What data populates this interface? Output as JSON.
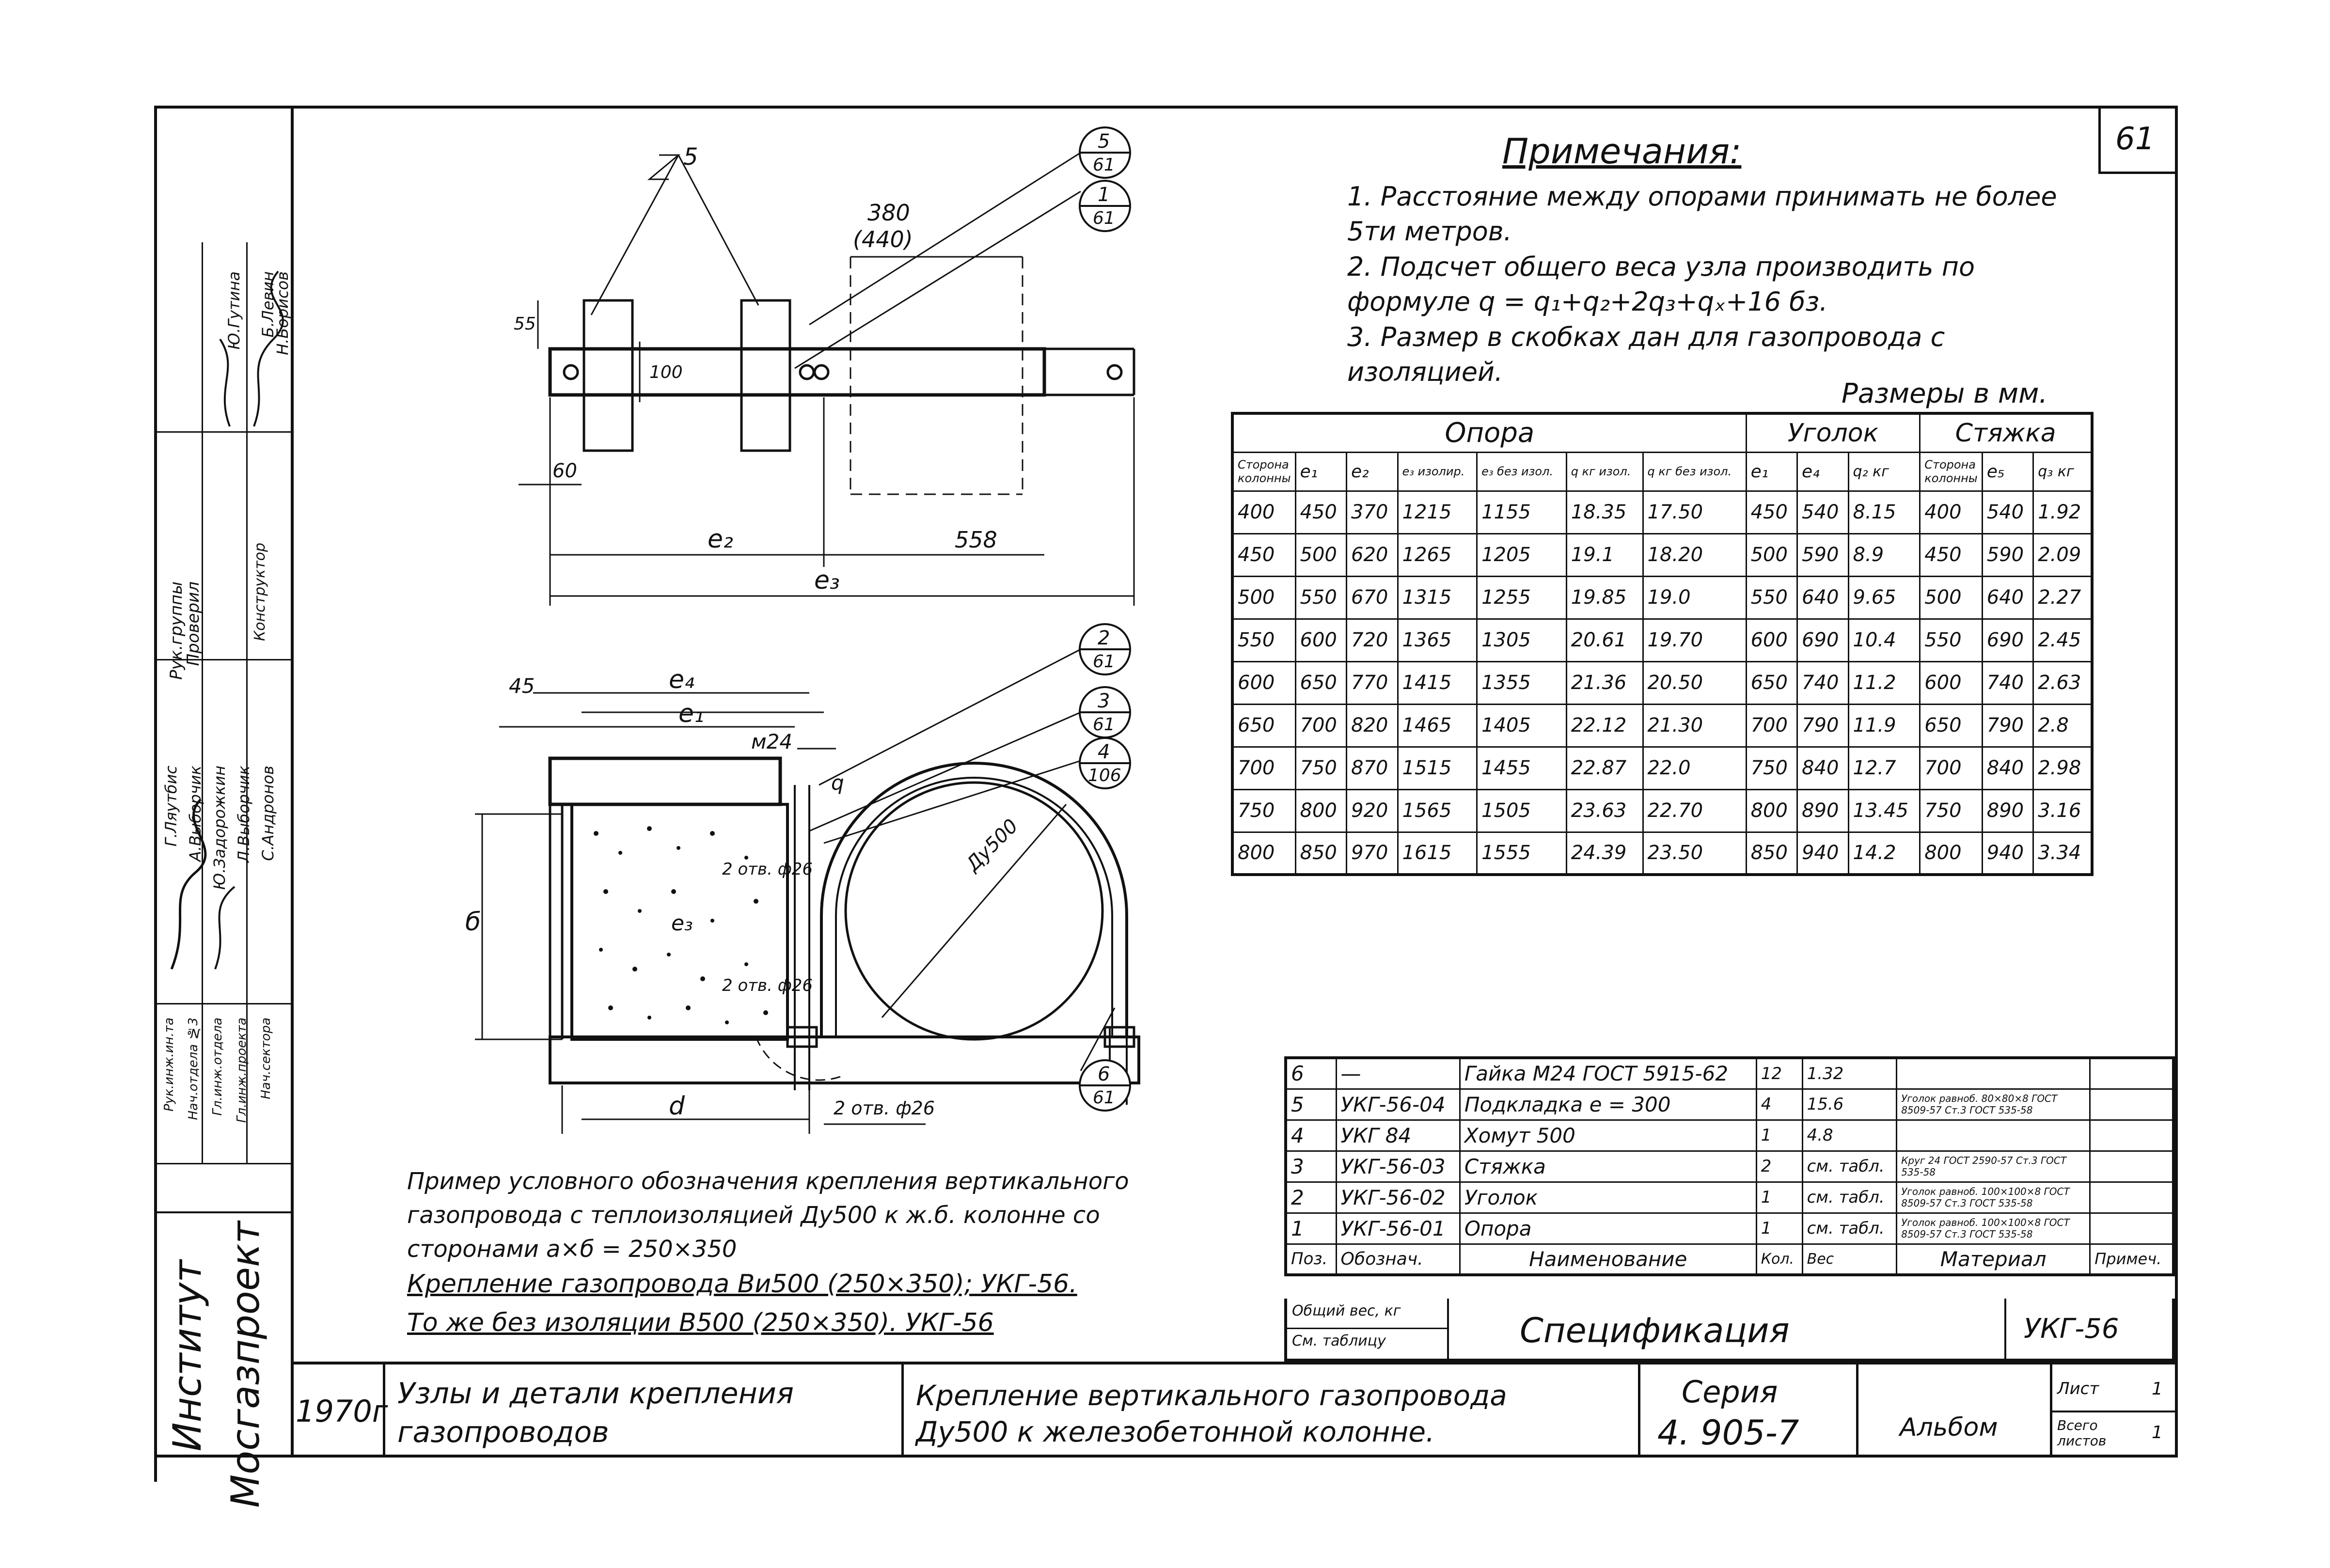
{
  "sheet": {
    "page_number": "61",
    "year": "1970г",
    "institute": [
      "Институт",
      "Мосгазпроект"
    ]
  },
  "approvals": {
    "roles": [
      "Рук.инж.ин.та",
      "Нач.отдела №3",
      "Гл.инж.отдела",
      "Гл.инж.проекта",
      "Нач.сектора",
      "Рук.группы",
      "Проверил",
      "Конструктор"
    ],
    "names": [
      "Г.Ляутбис",
      "А.Выборчик",
      "Ю.Задорожкин",
      "Л.Выборчик",
      "С.Андронов",
      "Б.Левин",
      "Н.Борисов",
      "Ю.Гутина"
    ]
  },
  "notes": {
    "title": "Примечания:",
    "items": [
      "1. Расстояние между опорами принимать не более 5ти метров.",
      "2. Подсчет общего веса узла производить по формуле q = q₁+q₂+2q₃+qₓ+16 бз.",
      "3. Размер в скобках дан для газопровода с изоляцией."
    ],
    "units": "Размеры в мм."
  },
  "dims_table": {
    "groups": [
      "Опора",
      "Уголок",
      "Стяжка"
    ],
    "headers": [
      "Сторона колонны",
      "е₁",
      "е₂",
      "е₃ изолир.",
      "е₃ без изол.",
      "q кг изол.",
      "q кг без изол.",
      "е₁",
      "е₄",
      "q₂ кг",
      "Сторона колонны",
      "е₅",
      "q₃ кг"
    ],
    "rows": [
      [
        "400",
        "450",
        "370",
        "1215",
        "1155",
        "18.35",
        "17.50",
        "450",
        "540",
        "8.15",
        "400",
        "540",
        "1.92"
      ],
      [
        "450",
        "500",
        "620",
        "1265",
        "1205",
        "19.1",
        "18.20",
        "500",
        "590",
        "8.9",
        "450",
        "590",
        "2.09"
      ],
      [
        "500",
        "550",
        "670",
        "1315",
        "1255",
        "19.85",
        "19.0",
        "550",
        "640",
        "9.65",
        "500",
        "640",
        "2.27"
      ],
      [
        "550",
        "600",
        "720",
        "1365",
        "1305",
        "20.61",
        "19.70",
        "600",
        "690",
        "10.4",
        "550",
        "690",
        "2.45"
      ],
      [
        "600",
        "650",
        "770",
        "1415",
        "1355",
        "21.36",
        "20.50",
        "650",
        "740",
        "11.2",
        "600",
        "740",
        "2.63"
      ],
      [
        "650",
        "700",
        "820",
        "1465",
        "1405",
        "22.12",
        "21.30",
        "700",
        "790",
        "11.9",
        "650",
        "790",
        "2.8"
      ],
      [
        "700",
        "750",
        "870",
        "1515",
        "1455",
        "22.87",
        "22.0",
        "750",
        "840",
        "12.7",
        "700",
        "840",
        "2.98"
      ],
      [
        "750",
        "800",
        "920",
        "1565",
        "1505",
        "23.63",
        "22.70",
        "800",
        "890",
        "13.45",
        "750",
        "890",
        "3.16"
      ],
      [
        "800",
        "850",
        "970",
        "1615",
        "1555",
        "24.39",
        "23.50",
        "850",
        "940",
        "14.2",
        "800",
        "940",
        "3.34"
      ]
    ]
  },
  "drawing": {
    "labels": {
      "weld": "5",
      "d380": "380",
      "d440": "(440)",
      "d55": "55",
      "d100": "100",
      "d60": "60",
      "e2": "е₂",
      "d558": "558",
      "e3": "е₃",
      "e4": "е₄",
      "d45": "45",
      "e1": "е₁",
      "m24": "м24",
      "holes1": "2 отв. ф26",
      "holes2": "2 отв. ф26",
      "holes3": "2 отв. ф26",
      "b": "б",
      "dy500": "Ду500",
      "d": "d",
      "q": "q",
      "e3b": "е₃"
    },
    "callouts": [
      {
        "top": "5",
        "bottom": "61"
      },
      {
        "top": "1",
        "bottom": "61"
      },
      {
        "top": "2",
        "bottom": "61"
      },
      {
        "top": "3",
        "bottom": "61"
      },
      {
        "top": "4",
        "bottom": "106"
      },
      {
        "top": "6",
        "bottom": "61"
      }
    ]
  },
  "example": {
    "line1": "Пример условного обозначения крепления вертикального",
    "line2": "газопровода с теплоизоляцией Ду500 к ж.б. колонне со",
    "line3": "сторонами  а×б = 250×350",
    "designation1": "Крепление газопровода Ви500 (250×350); УКГ-56.",
    "designation2": "То же без изоляции  В500 (250×350). УКГ-56"
  },
  "spec": {
    "rows": [
      {
        "pos": "6",
        "code": "—",
        "name": "Гайка М24 ГОСТ 5915-62",
        "qty": "12",
        "weight": "1.32",
        "material": ""
      },
      {
        "pos": "5",
        "code": "УКГ-56-04",
        "name": "Подкладка  е = 300",
        "qty": "4",
        "weight": "15.6",
        "material": "Уголок равноб. 80×80×8 ГОСТ 8509-57 Ст.3 ГОСТ 535-58"
      },
      {
        "pos": "4",
        "code": "УКГ 84",
        "name": "Хомут 500",
        "qty": "1",
        "weight": "4.8",
        "material": ""
      },
      {
        "pos": "3",
        "code": "УКГ-56-03",
        "name": "Стяжка",
        "qty": "2",
        "weight": "см. табл.",
        "material": "Круг 24 ГОСТ 2590-57 Ст.3 ГОСТ 535-58"
      },
      {
        "pos": "2",
        "code": "УКГ-56-02",
        "name": "Уголок",
        "qty": "1",
        "weight": "см. табл.",
        "material": "Уголок равноб. 100×100×8 ГОСТ 8509-57 Ст.3 ГОСТ 535-58"
      },
      {
        "pos": "1",
        "code": "УКГ-56-01",
        "name": "Опора",
        "qty": "1",
        "weight": "см. табл.",
        "material": "Уголок равноб. 100×100×8 ГОСТ 8509-57 Ст.3 ГОСТ 535-58"
      }
    ],
    "header": {
      "pos": "Поз.",
      "code": "Обознач.",
      "name": "Наименование",
      "qty": "Кол.",
      "weight": "Вес",
      "material": "Материал",
      "note": "Примеч."
    },
    "total_label": "Общий вес, кг",
    "total_value": "См. таблицу",
    "title": "Спецификация",
    "code": "УКГ-56"
  },
  "title_block": {
    "left_title": "Узлы и детали крепления газопроводов",
    "main_title_1": "Крепление вертикального газопровода",
    "main_title_2": "Ду500 к железобетонной колонне.",
    "series_label": "Серия",
    "series_value": "4. 905-7",
    "album": "Альбом",
    "sheet_label": "Лист",
    "sheet_value": "1",
    "total_label": "Всего листов",
    "total_value": "1"
  }
}
